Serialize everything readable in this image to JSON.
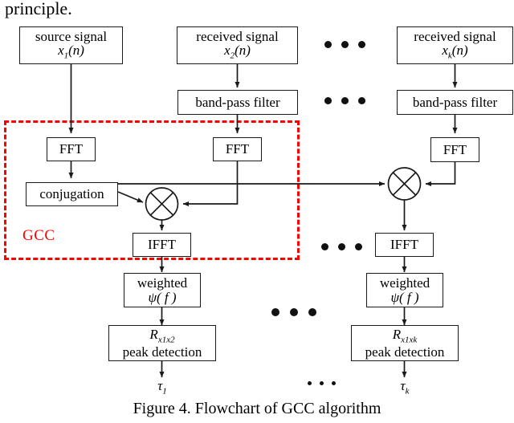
{
  "page": {
    "lead_text": "principle.",
    "caption": "Figure 4. Flowchart of GCC algorithm"
  },
  "colors": {
    "dash_box": "#ff0000",
    "gcc_label": "#ff0000",
    "line": "#1a1a1a",
    "background": "#ffffff"
  },
  "diagram": {
    "group_label": "GCC",
    "columns": {
      "left": {
        "source_box_line1": "source signal",
        "source_box_line2_base": "x",
        "source_box_line2_sub": "1",
        "source_box_line2_tail": "(n)",
        "fft": "FFT",
        "conjugation": "conjugation"
      },
      "middle": {
        "received_box_line1": "received signal",
        "received_box_line2_base": "x",
        "received_box_line2_sub": "2",
        "received_box_line2_tail": "(n)",
        "band_pass": "band-pass filter",
        "fft": "FFT",
        "ifft": "IFFT",
        "weighted_line1": "weighted",
        "weighted_line2": "ψ( f )",
        "peak_line1_base": "R",
        "peak_line1_sub": "x1x2",
        "peak_line2": "peak detection",
        "output_base": "τ",
        "output_sub": "1"
      },
      "right": {
        "received_box_line1": "received signal",
        "received_box_line2_base": "x",
        "received_box_line2_sub": "k",
        "received_box_line2_tail": "(n)",
        "band_pass": "band-pass filter",
        "fft": "FFT",
        "ifft": "IFFT",
        "weighted_line1": "weighted",
        "weighted_line2": "ψ( f )",
        "peak_line1_base": "R",
        "peak_line1_sub": "x1xk",
        "peak_line2": "peak detection",
        "output_base": "τ",
        "output_sub": "k"
      }
    },
    "ellipses": [
      {
        "name": "ellipsis-signal-row",
        "dots": 3
      },
      {
        "name": "ellipsis-filter-row",
        "dots": 3
      },
      {
        "name": "ellipsis-ifft-row",
        "dots": 3
      },
      {
        "name": "ellipsis-weighted-row",
        "dots": 3
      },
      {
        "name": "ellipsis-output-row",
        "dots": 3
      }
    ],
    "operators": [
      {
        "name": "multiplier-1",
        "symbol": "cross-circle"
      },
      {
        "name": "multiplier-k",
        "symbol": "cross-circle"
      }
    ]
  }
}
